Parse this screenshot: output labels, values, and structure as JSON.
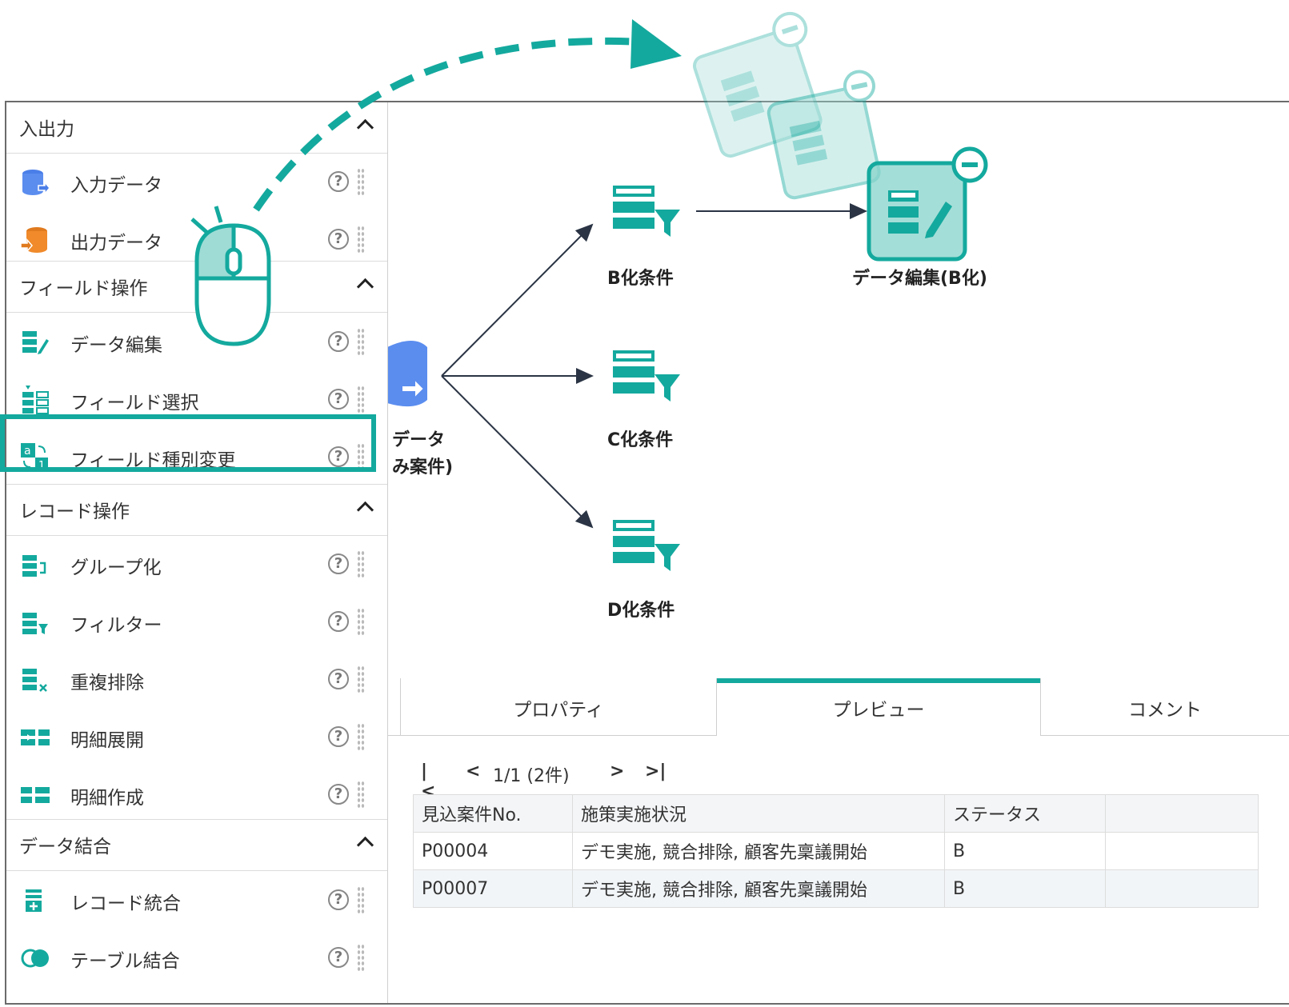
{
  "accent_color": "#14a99e",
  "sidebar": {
    "sections": [
      {
        "title": "入出力",
        "items": [
          {
            "label": "入力データ",
            "icon": "input-data-icon"
          },
          {
            "label": "出力データ",
            "icon": "output-data-icon"
          }
        ]
      },
      {
        "title": "フィールド操作",
        "items": [
          {
            "label": "データ編集",
            "icon": "data-edit-icon"
          },
          {
            "label": "フィールド選択",
            "icon": "field-select-icon"
          },
          {
            "label": "フィールド種別変更",
            "icon": "field-type-change-icon"
          }
        ]
      },
      {
        "title": "レコード操作",
        "items": [
          {
            "label": "グループ化",
            "icon": "group-icon"
          },
          {
            "label": "フィルター",
            "icon": "filter-icon"
          },
          {
            "label": "重複排除",
            "icon": "dedupe-icon"
          },
          {
            "label": "明細展開",
            "icon": "detail-expand-icon"
          },
          {
            "label": "明細作成",
            "icon": "detail-create-icon"
          }
        ]
      },
      {
        "title": "データ結合",
        "items": [
          {
            "label": "レコード統合",
            "icon": "record-merge-icon"
          },
          {
            "label": "テーブル結合",
            "icon": "table-join-icon"
          }
        ]
      }
    ],
    "help_glyph": "?"
  },
  "canvas": {
    "nodes": {
      "source": {
        "label_line1": "データ",
        "label_line2": "み案件)"
      },
      "b_filter": {
        "label": "B化条件"
      },
      "c_filter": {
        "label": "C化条件"
      },
      "d_filter": {
        "label": "D化条件"
      },
      "b_edit": {
        "label": "データ編集(B化)"
      }
    }
  },
  "bottom_tabs": [
    {
      "label": "プロパティ",
      "active": false
    },
    {
      "label": "プレビュー",
      "active": true
    },
    {
      "label": "コメント",
      "active": false
    }
  ],
  "preview": {
    "pager": {
      "first": "|<",
      "prev": "<",
      "text": "1/1 (2件)",
      "next": ">",
      "last": ">|"
    },
    "columns": [
      "見込案件No.",
      "施策実施状況",
      "ステータス"
    ],
    "rows": [
      [
        "P00004",
        "デモ実施, 競合排除, 顧客先稟議開始",
        "B"
      ],
      [
        "P00007",
        "デモ実施, 競合排除, 顧客先稟議開始",
        "B"
      ]
    ]
  }
}
